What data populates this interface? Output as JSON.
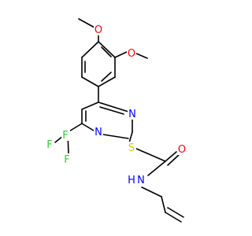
{
  "colors": {
    "bond": "#000000",
    "carbon": "#000000",
    "oxygen": "#ff0000",
    "nitrogen": "#0000ff",
    "sulfur": "#cccc00",
    "fluorine": "#33cc33",
    "background": "#ffffff"
  },
  "atoms": {
    "o_methoxy_top": {
      "symbol": "O",
      "element": "oxygen"
    },
    "o_methoxy_right": {
      "symbol": "O",
      "element": "oxygen"
    },
    "n_ring_right": {
      "symbol": "N",
      "element": "nitrogen"
    },
    "n_ring_bottom": {
      "symbol": "N",
      "element": "nitrogen"
    },
    "f_top": {
      "symbol": "F",
      "element": "fluorine"
    },
    "f_left": {
      "symbol": "F",
      "element": "fluorine"
    },
    "f_bottom": {
      "symbol": "F",
      "element": "fluorine"
    },
    "s_thioether": {
      "symbol": "S",
      "element": "sulfur"
    },
    "o_carbonyl": {
      "symbol": "O",
      "element": "oxygen"
    },
    "n_amide": {
      "symbol": "N",
      "element": "nitrogen"
    },
    "h_amide": {
      "symbol": "H",
      "element": "nitrogen"
    }
  }
}
